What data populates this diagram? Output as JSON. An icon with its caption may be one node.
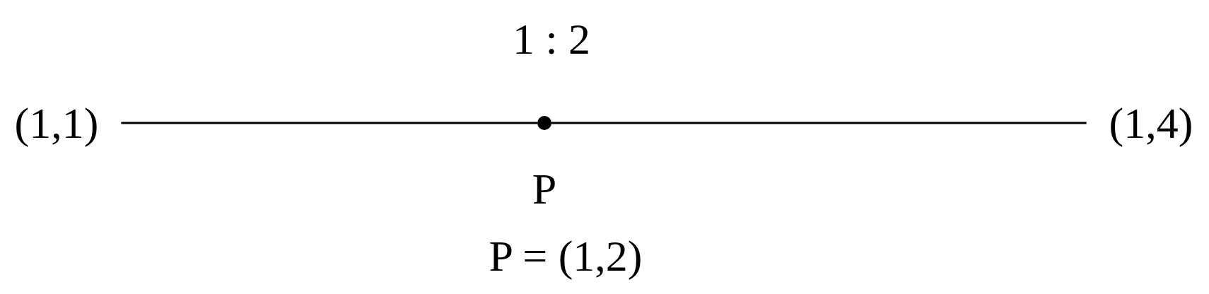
{
  "diagram": {
    "nodes": [
      {
        "text": [
          "(1,1)"
        ]
      },
      {
        "text": [
          "(1,4)"
        ]
      },
      {
        "text": [],
        "shape": "circle",
        "beside": [
          "P"
        ]
      }
    ],
    "edges": [
      {
        "from": 0,
        "to": 2,
        "arrow": "none"
      },
      {
        "from": 2,
        "to": 1,
        "arrow": "none"
      }
    ],
    "labels": [
      "1 : 2",
      "P = (1,2)"
    ]
  }
}
